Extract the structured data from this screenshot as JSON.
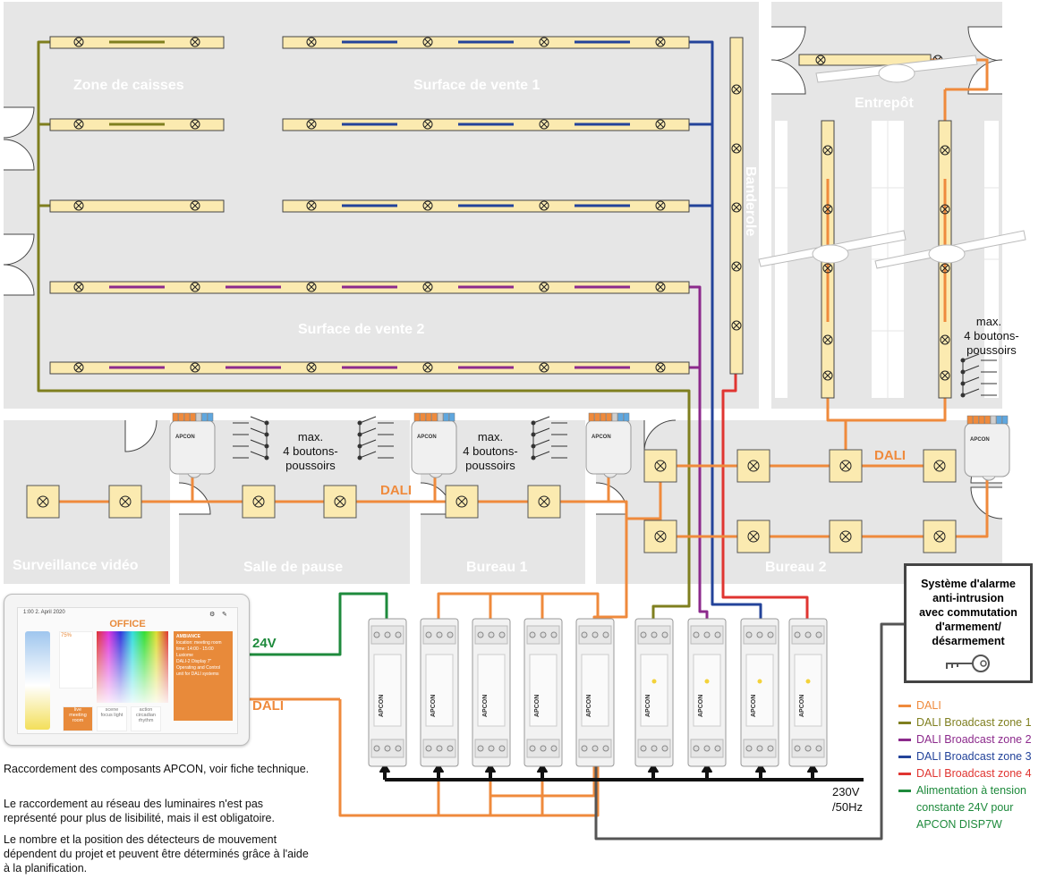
{
  "rooms": {
    "zone_caisses": "Zone de caisses",
    "surface_vente_1": "Surface de vente 1",
    "surface_vente_2": "Surface de vente 2",
    "entrepot": "Entrepôt",
    "banderole": "Banderole",
    "surveillance": "Surveillance vidéo",
    "salle_pause": "Salle de pause",
    "bureau_1": "Bureau  1",
    "bureau_2": "Bureau 2"
  },
  "labels": {
    "max_boutons_line1": "max.",
    "max_boutons_line2": "4 boutons-",
    "max_boutons_line3": "poussoirs",
    "dali": "DALI",
    "v24": "24V",
    "dali_panel": "DALI",
    "power_line1": "230V",
    "power_line2": "/50Hz",
    "apcon": "APCON"
  },
  "alarm": {
    "line1": "Système d'alarme",
    "line2": "anti-intrusion",
    "line3": "avec commutation",
    "line4": "d'armement/",
    "line5": "désarmement",
    "icon": "key-icon"
  },
  "touch_panel": {
    "time": "1:00  2. April 2020",
    "title": "OFFICE",
    "percent": "75%",
    "info_title": "AMBIANCE",
    "info_lines": [
      "location: meeting room",
      "time: 14:00 - 15:00",
      "Luxiome",
      "DALI-2 Display 7\"",
      "Operating and Control",
      "unit for DALI systems"
    ],
    "btn_meeting": "meeting room",
    "btn_focus": "focus light",
    "btn_circadian": "circadian rhythm",
    "lbl_live": "live",
    "lbl_scene": "scene",
    "lbl_action": "action"
  },
  "notes": {
    "p1": "Raccordement des composants APCON, voir fiche technique.",
    "p2": "Le raccordement au réseau des luminaires n'est pas représenté pour plus de lisibilité, mais il est obligatoire.",
    "p3": "Le nombre et la position des détecteurs de mouvement dépendent du projet et peuvent être déterminés grâce à l'aide à la planification."
  },
  "legend": [
    {
      "label": "DALI",
      "color": "#ef8a3c"
    },
    {
      "label": "DALI Broadcast zone 1",
      "color": "#7f7f1f"
    },
    {
      "label": "DALI Broadcast zone 2",
      "color": "#8c2a8c"
    },
    {
      "label": "DALI Broadcast zone 3",
      "color": "#23439a"
    },
    {
      "label": "DALI Broadcast zone 4",
      "color": "#e03531"
    },
    {
      "label": "Alimentation à tension constante 24V pour APCON DISP7W",
      "color": "#1e8a3c"
    }
  ],
  "colors": {
    "dali": "#ef8a3c",
    "zone1": "#7f7f1f",
    "zone2": "#8c2a8c",
    "zone3": "#23439a",
    "zone4": "#e03531",
    "v24": "#1e8a3c",
    "mains": "#111111",
    "gray": "#555555",
    "floor": "#e6e6e6",
    "luminaire": "#fbeab0"
  }
}
